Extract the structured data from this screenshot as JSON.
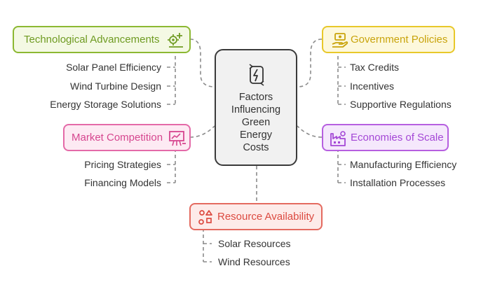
{
  "center": {
    "lines": [
      "Factors",
      "Influencing",
      "Green",
      "Energy",
      "Costs"
    ]
  },
  "factors": [
    {
      "title": "Technological Advancements",
      "icon": "tech-gear-icon",
      "color": "#8cb832",
      "fill": "#f4f9e4",
      "text_color": "#6f9b22",
      "items": [
        "Solar Panel Efficiency",
        "Wind Turbine Design",
        "Energy Storage Solutions"
      ]
    },
    {
      "title": "Government Policies",
      "icon": "money-hand-icon",
      "color": "#e8c82a",
      "fill": "#fdf8dc",
      "text_color": "#c9a40c",
      "items": [
        "Tax Credits",
        "Incentives",
        "Supportive Regulations"
      ]
    },
    {
      "title": "Market Competition",
      "icon": "presentation-chart-icon",
      "color": "#e46aa8",
      "fill": "#fdeaf3",
      "text_color": "#d6468f",
      "items": [
        "Pricing Strategies",
        "Financing Models"
      ]
    },
    {
      "title": "Economies of Scale",
      "icon": "factory-icon",
      "color": "#b65fe0",
      "fill": "#f5e8fc",
      "text_color": "#a447d6",
      "items": [
        "Manufacturing Efficiency",
        "Installation Processes"
      ]
    },
    {
      "title": "Resource Availability",
      "icon": "shapes-icon",
      "color": "#e46a5f",
      "fill": "#fdebe9",
      "text_color": "#dc4a40",
      "items": [
        "Solar Resources",
        "Wind Resources"
      ]
    }
  ]
}
